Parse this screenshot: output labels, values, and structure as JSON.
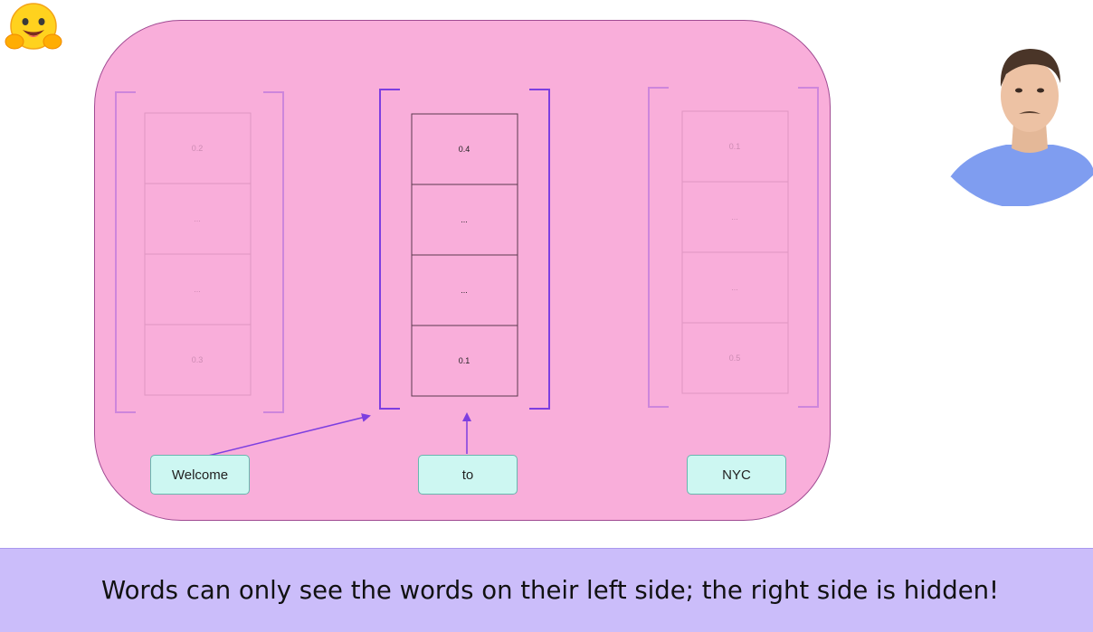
{
  "vectors": [
    {
      "cells": [
        "0.2",
        "...",
        "...",
        "0.3"
      ],
      "faded": true
    },
    {
      "cells": [
        "0.4",
        "...",
        "...",
        "0.1"
      ],
      "faded": false
    },
    {
      "cells": [
        "0.1",
        "...",
        "...",
        "0.5"
      ],
      "faded": true
    }
  ],
  "words": [
    "Welcome",
    "to",
    "NYC"
  ],
  "caption": "Words can only see the words on their left side; the right side is hidden!",
  "icons": {
    "logo": "hugging-face-emoji-icon",
    "presenter": "presenter-webcam"
  },
  "colors": {
    "panel": "#f9aeda",
    "bracket": "#7d3fe0",
    "word_box": "#cdf7f2",
    "caption_bar": "#cbbdfa",
    "arrow": "#7d3fe0"
  }
}
